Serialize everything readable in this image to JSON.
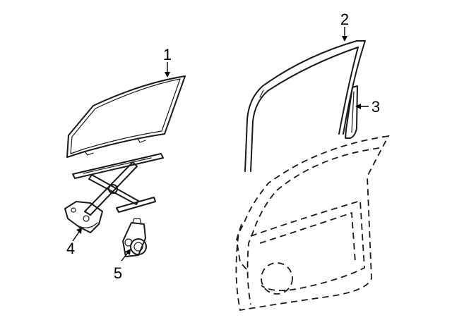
{
  "callouts": [
    {
      "number": "1",
      "part": "door-glass"
    },
    {
      "number": "2",
      "part": "glass-run-channel"
    },
    {
      "number": "3",
      "part": "rear-guide-channel"
    },
    {
      "number": "4",
      "part": "window-regulator"
    },
    {
      "number": "5",
      "part": "regulator-motor"
    }
  ]
}
